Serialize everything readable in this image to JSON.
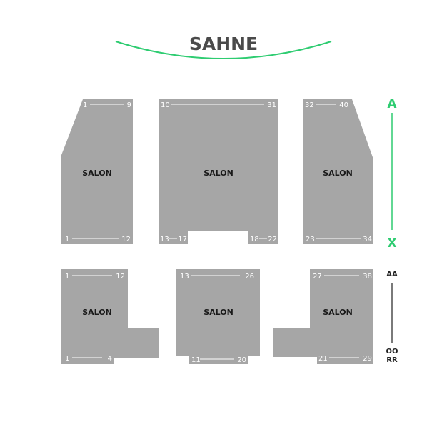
{
  "stage": {
    "label": "SAHNE",
    "arc_color": "#2ecc71"
  },
  "colors": {
    "block": "#a6a6a6",
    "seat_text": "#ffffff",
    "section_text": "#1a1a1a"
  },
  "upper": {
    "row_start": "A",
    "row_end": "X",
    "row_color": "#2ecc71",
    "left": {
      "label": "SALON",
      "top_first": "1",
      "top_last": "9",
      "bottom_first": "1",
      "bottom_last": "12"
    },
    "center": {
      "label": "SALON",
      "top_first": "10",
      "top_last": "31",
      "bottom_left_first": "13",
      "bottom_left_last": "17",
      "bottom_right_first": "18",
      "bottom_right_last": "22"
    },
    "right": {
      "label": "SALON",
      "top_first": "32",
      "top_last": "40",
      "bottom_first": "23",
      "bottom_last": "34"
    }
  },
  "lower": {
    "row_start": "AA",
    "row_end_1": "OO",
    "row_end_2": "RR",
    "row_color": "#222222",
    "left": {
      "label": "SALON",
      "top_first": "1",
      "top_last": "12",
      "bottom_first": "1",
      "bottom_last": "4"
    },
    "center": {
      "label": "SALON",
      "top_first": "13",
      "top_last": "26",
      "bottom_first": "11",
      "bottom_last": "20"
    },
    "right": {
      "label": "SALON",
      "top_first": "27",
      "top_last": "38",
      "bottom_first": "21",
      "bottom_last": "29"
    }
  }
}
